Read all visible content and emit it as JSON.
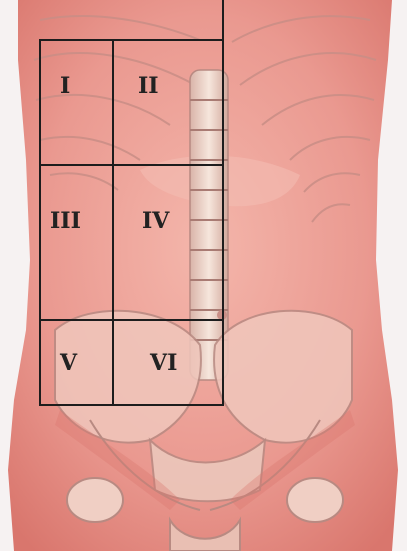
{
  "diagram": {
    "regions": [
      {
        "id": "region-1",
        "label": "I"
      },
      {
        "id": "region-2",
        "label": "II"
      },
      {
        "id": "region-3",
        "label": "III"
      },
      {
        "id": "region-4",
        "label": "IV"
      },
      {
        "id": "region-5",
        "label": "V"
      },
      {
        "id": "region-6",
        "label": "VI"
      }
    ],
    "colors": {
      "background": "#f6f2f2",
      "skin": "#e98f87",
      "skin_light": "#f3b4a9",
      "skin_dark": "#cc6a62",
      "bone": "#f3ddd2",
      "bone_shadow": "#b88a82",
      "grid_line": "#1d1d1d"
    }
  }
}
